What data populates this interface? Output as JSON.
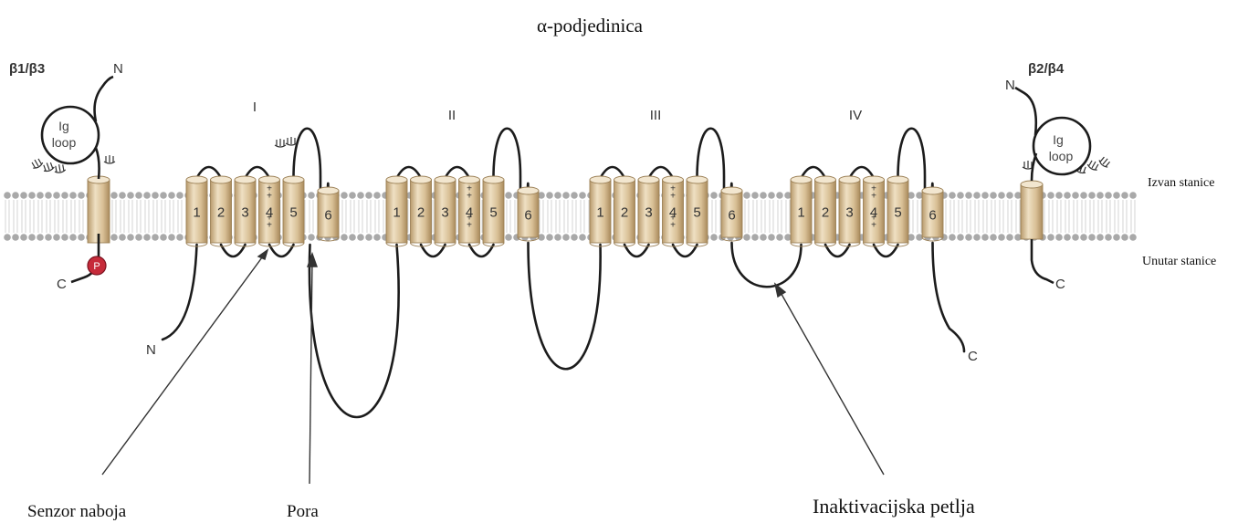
{
  "title": "α-podjedinica",
  "beta_left": {
    "label": "β1/β3",
    "ig_line1": "Ig",
    "ig_line2": "loop",
    "n_label": "N",
    "c_label": "C",
    "phospho": "P"
  },
  "beta_right": {
    "label": "β2/β4",
    "ig_line1": "Ig",
    "ig_line2": "loop",
    "n_label": "N",
    "c_label": "C"
  },
  "domains": [
    {
      "numeral": "I"
    },
    {
      "numeral": "II"
    },
    {
      "numeral": "III"
    },
    {
      "numeral": "IV"
    }
  ],
  "segment_numbers": [
    "1",
    "2",
    "3",
    "4",
    "5",
    "6"
  ],
  "sensor_marks": "+",
  "alpha_n": "N",
  "alpha_c": "C",
  "side_labels": {
    "outside": "Izvan stanice",
    "inside": "Unutar stanice"
  },
  "callouts": {
    "sensor": "Senzor naboja",
    "pore": "Pora",
    "inactivation": "Inaktivacijska petlja"
  },
  "colors": {
    "helix": "#d9c3a0",
    "helix_edge": "#9c8157",
    "lipid_head": "#a9a9a9",
    "loop": "#1c1c1c",
    "phospho": "#c62b3a"
  }
}
